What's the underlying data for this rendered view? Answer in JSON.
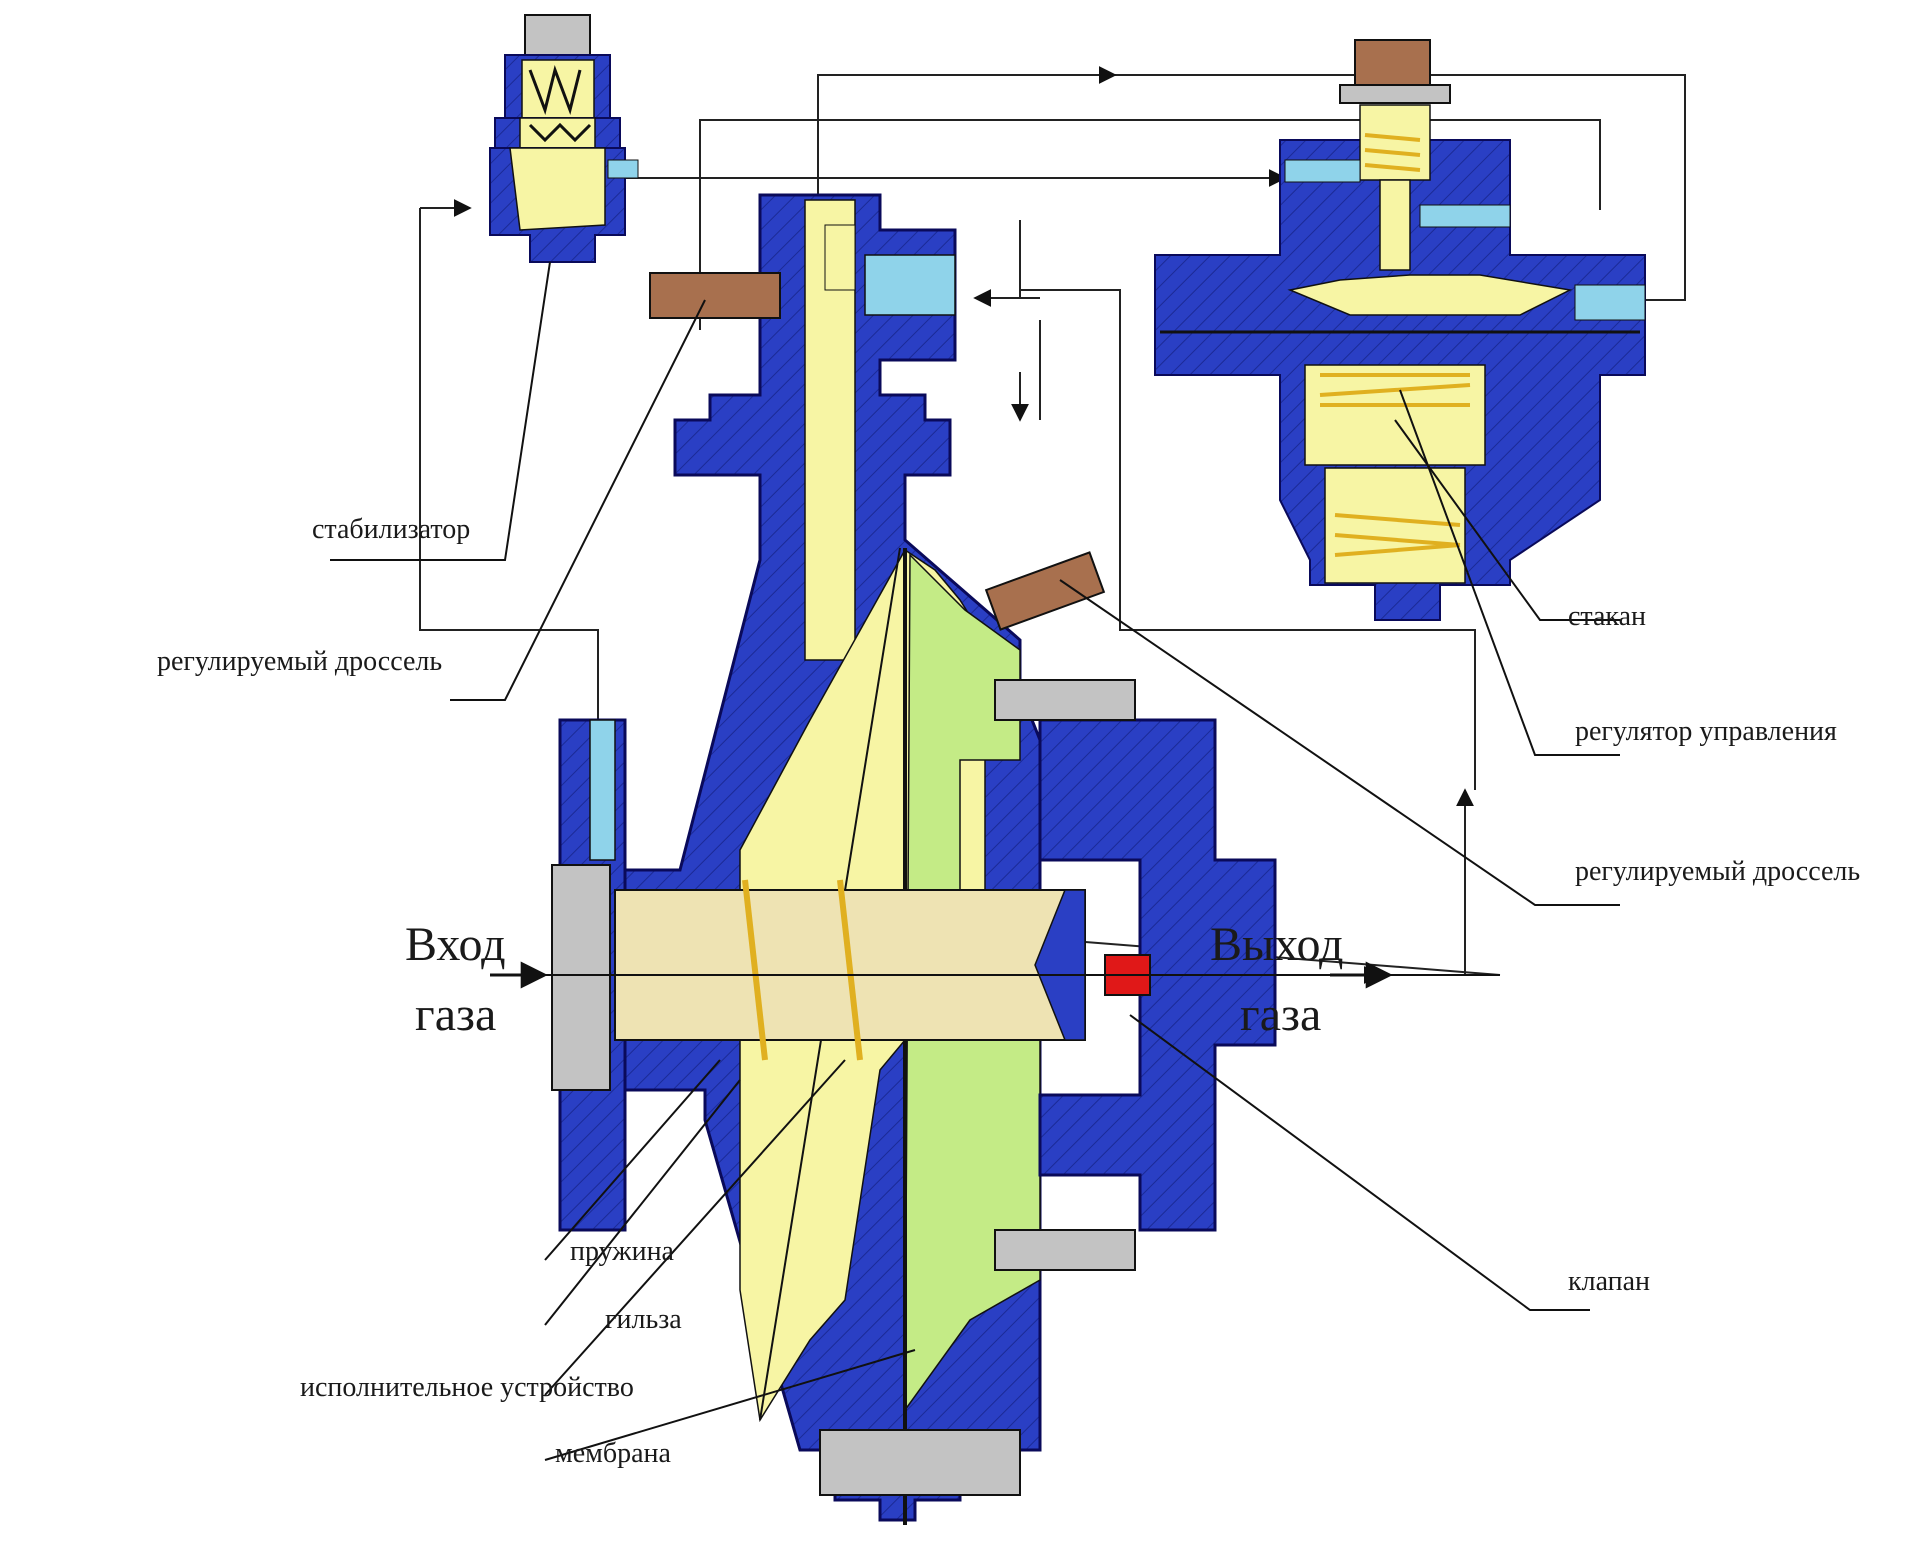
{
  "labels": {
    "stabilizer": "стабилизатор",
    "throttle_left": "регулируемый дроссель",
    "spring": "пружина",
    "sleeve": "гильза",
    "actuator": "исполнительное устройство",
    "membrane": "мембрана",
    "cup": "стакан",
    "control_regulator": "регулятор управления",
    "throttle_right": "регулируемый дроссель",
    "valve": "клапан"
  },
  "flow": {
    "inlet_line1": "Вход",
    "inlet_line2": "газа",
    "outlet_line1": "Выход",
    "outlet_line2": "газа"
  },
  "colors": {
    "body": "#2a3fc4",
    "outline": "#0a0a5a",
    "chamber_yellow": "#f7f5a4",
    "chamber_green": "#c4eb86",
    "sleeve_tan": "#eee3b3",
    "throttle_brown": "#a8704e",
    "channel_blue": "#8fd3ea",
    "bolt_gray": "#c3c3c3",
    "valve_red": "#e01818",
    "spring_gold": "#e0b020"
  }
}
